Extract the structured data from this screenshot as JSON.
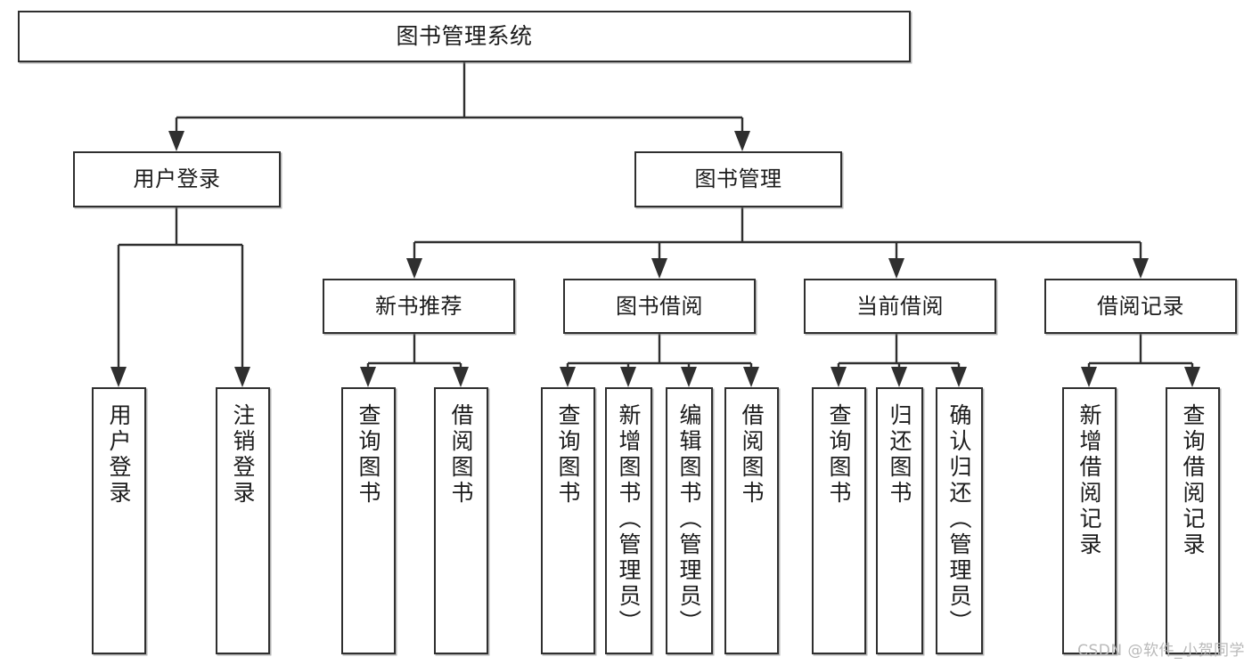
{
  "diagram": {
    "title": "图书管理系统",
    "type": "tree-diagram",
    "root": {
      "label": "图书管理系统"
    },
    "level2": [
      {
        "label": "用户登录"
      },
      {
        "label": "图书管理"
      }
    ],
    "level3": [
      {
        "label": "新书推荐"
      },
      {
        "label": "图书借阅"
      },
      {
        "label": "当前借阅"
      },
      {
        "label": "借阅记录"
      }
    ],
    "leaves": [
      {
        "label": "用户登录"
      },
      {
        "label": "注销登录"
      },
      {
        "label": "查询图书"
      },
      {
        "label": "借阅图书"
      },
      {
        "label": "查询图书"
      },
      {
        "label": "新增图书（管理员）"
      },
      {
        "label": "编辑图书（管理员）"
      },
      {
        "label": "借阅图书"
      },
      {
        "label": "查询图书"
      },
      {
        "label": "归还图书"
      },
      {
        "label": "确认归还（管理员）"
      },
      {
        "label": "新增借阅记录"
      },
      {
        "label": "查询借阅记录"
      }
    ],
    "colors": {
      "stroke": "#2f2f2f",
      "fill": "#ffffff",
      "text": "#1c1c1c",
      "watermark": "#b9b9b9"
    }
  },
  "watermark": {
    "text": "CSDN @软件_小贺同学"
  }
}
